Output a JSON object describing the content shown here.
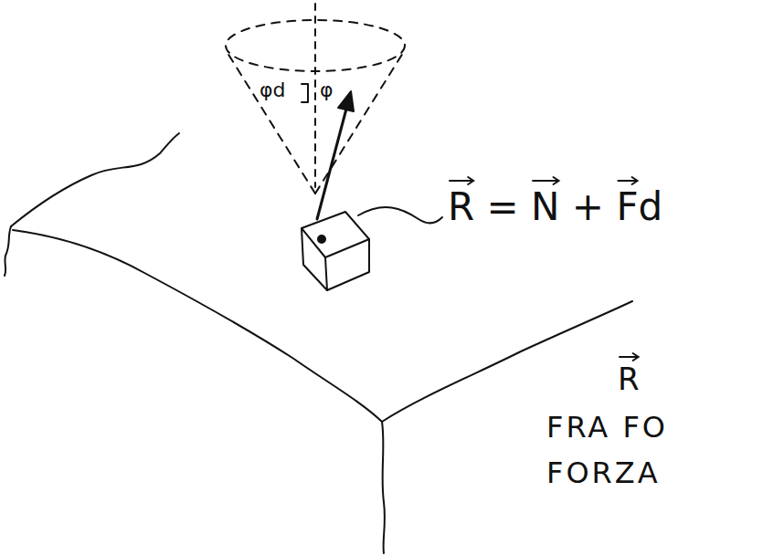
{
  "diagram": {
    "labels": [
      "φd",
      "φ",
      "R = N + Fd",
      "R",
      "FRA FO",
      "FORZA"
    ]
  }
}
